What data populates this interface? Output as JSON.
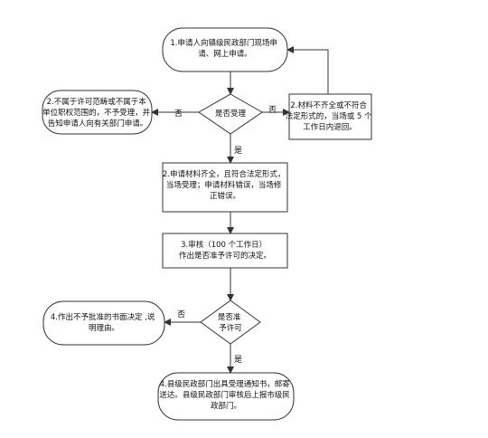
{
  "nodes": {
    "n1": {
      "lines": [
        "1.申请人向镇级民政部门现场申",
        "请、网上申请。"
      ]
    },
    "n2": {
      "lines": [
        "2.不属于许可范畴或不属于本",
        "单位职权范围的，不予受理，并",
        "告知申请人向有关部门申请。"
      ]
    },
    "d1": {
      "lines": [
        "是否受理"
      ]
    },
    "n2b": {
      "lines": [
        "2.材料不齐全或不符合",
        "法定形式的，当场或 5 个",
        "工作日内退回。"
      ]
    },
    "n3": {
      "lines": [
        "2.申请材料齐全，且符合法定形式，",
        "当场受理；申请材料错误，当场修",
        "正错误。"
      ]
    },
    "n4": {
      "lines": [
        "3.审核（100 个工作日）",
        "作出是否准予许可的决定。"
      ]
    },
    "d2": {
      "lines": [
        "是否准",
        "予许可"
      ]
    },
    "n5": {
      "lines": [
        "4.作出不予批准的书面决定 ,说",
        "明理由。"
      ]
    },
    "n6": {
      "lines": [
        "4.县级民政部门出具受理通知书，邮寄",
        "送达。县级民政部门审核后上报市级民",
        "政部门。"
      ]
    }
  },
  "edge_labels": {
    "no_left_1": "否",
    "no_right_1": "否",
    "yes_1": "是",
    "no_left_2": "否",
    "yes_2": "是"
  }
}
